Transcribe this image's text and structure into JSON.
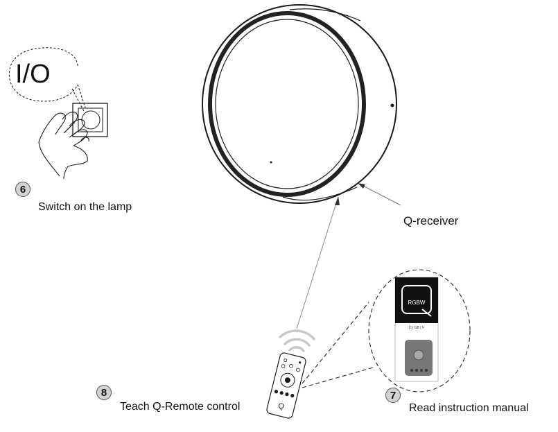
{
  "steps": [
    {
      "number": "6",
      "label": "Switch on the lamp"
    },
    {
      "number": "7",
      "label": "Read instruction manual"
    },
    {
      "number": "8",
      "label": "Teach Q-Remote control"
    }
  ],
  "callouts": {
    "switch_symbol": "I/O",
    "receiver": "Q-receiver"
  },
  "manual": {
    "brand_letter": "Q",
    "product": "RGBW",
    "languages": "D | GB | F"
  },
  "remote": {
    "logo": "Q"
  }
}
